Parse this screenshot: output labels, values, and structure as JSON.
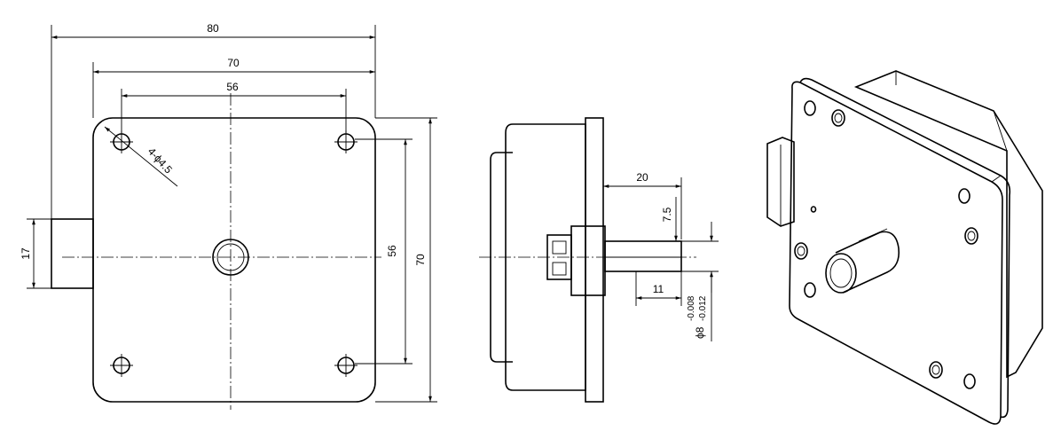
{
  "dimensions": {
    "front_overall_width": "80",
    "front_plate_width": "70",
    "front_hole_spacing_x": "56",
    "front_hole_spacing_y": "56",
    "front_plate_height": "70",
    "hole_callout": "4-ϕ4.5",
    "gearbox_height": "17",
    "side_depth": "20",
    "shaft_flat": "7.5",
    "shaft_flat_length": "11",
    "shaft_diameter": "ϕ8",
    "shaft_tol_upper": "-0.008",
    "shaft_tol_lower": "-0.012"
  },
  "colors": {
    "line": "#000000",
    "background": "#ffffff"
  }
}
